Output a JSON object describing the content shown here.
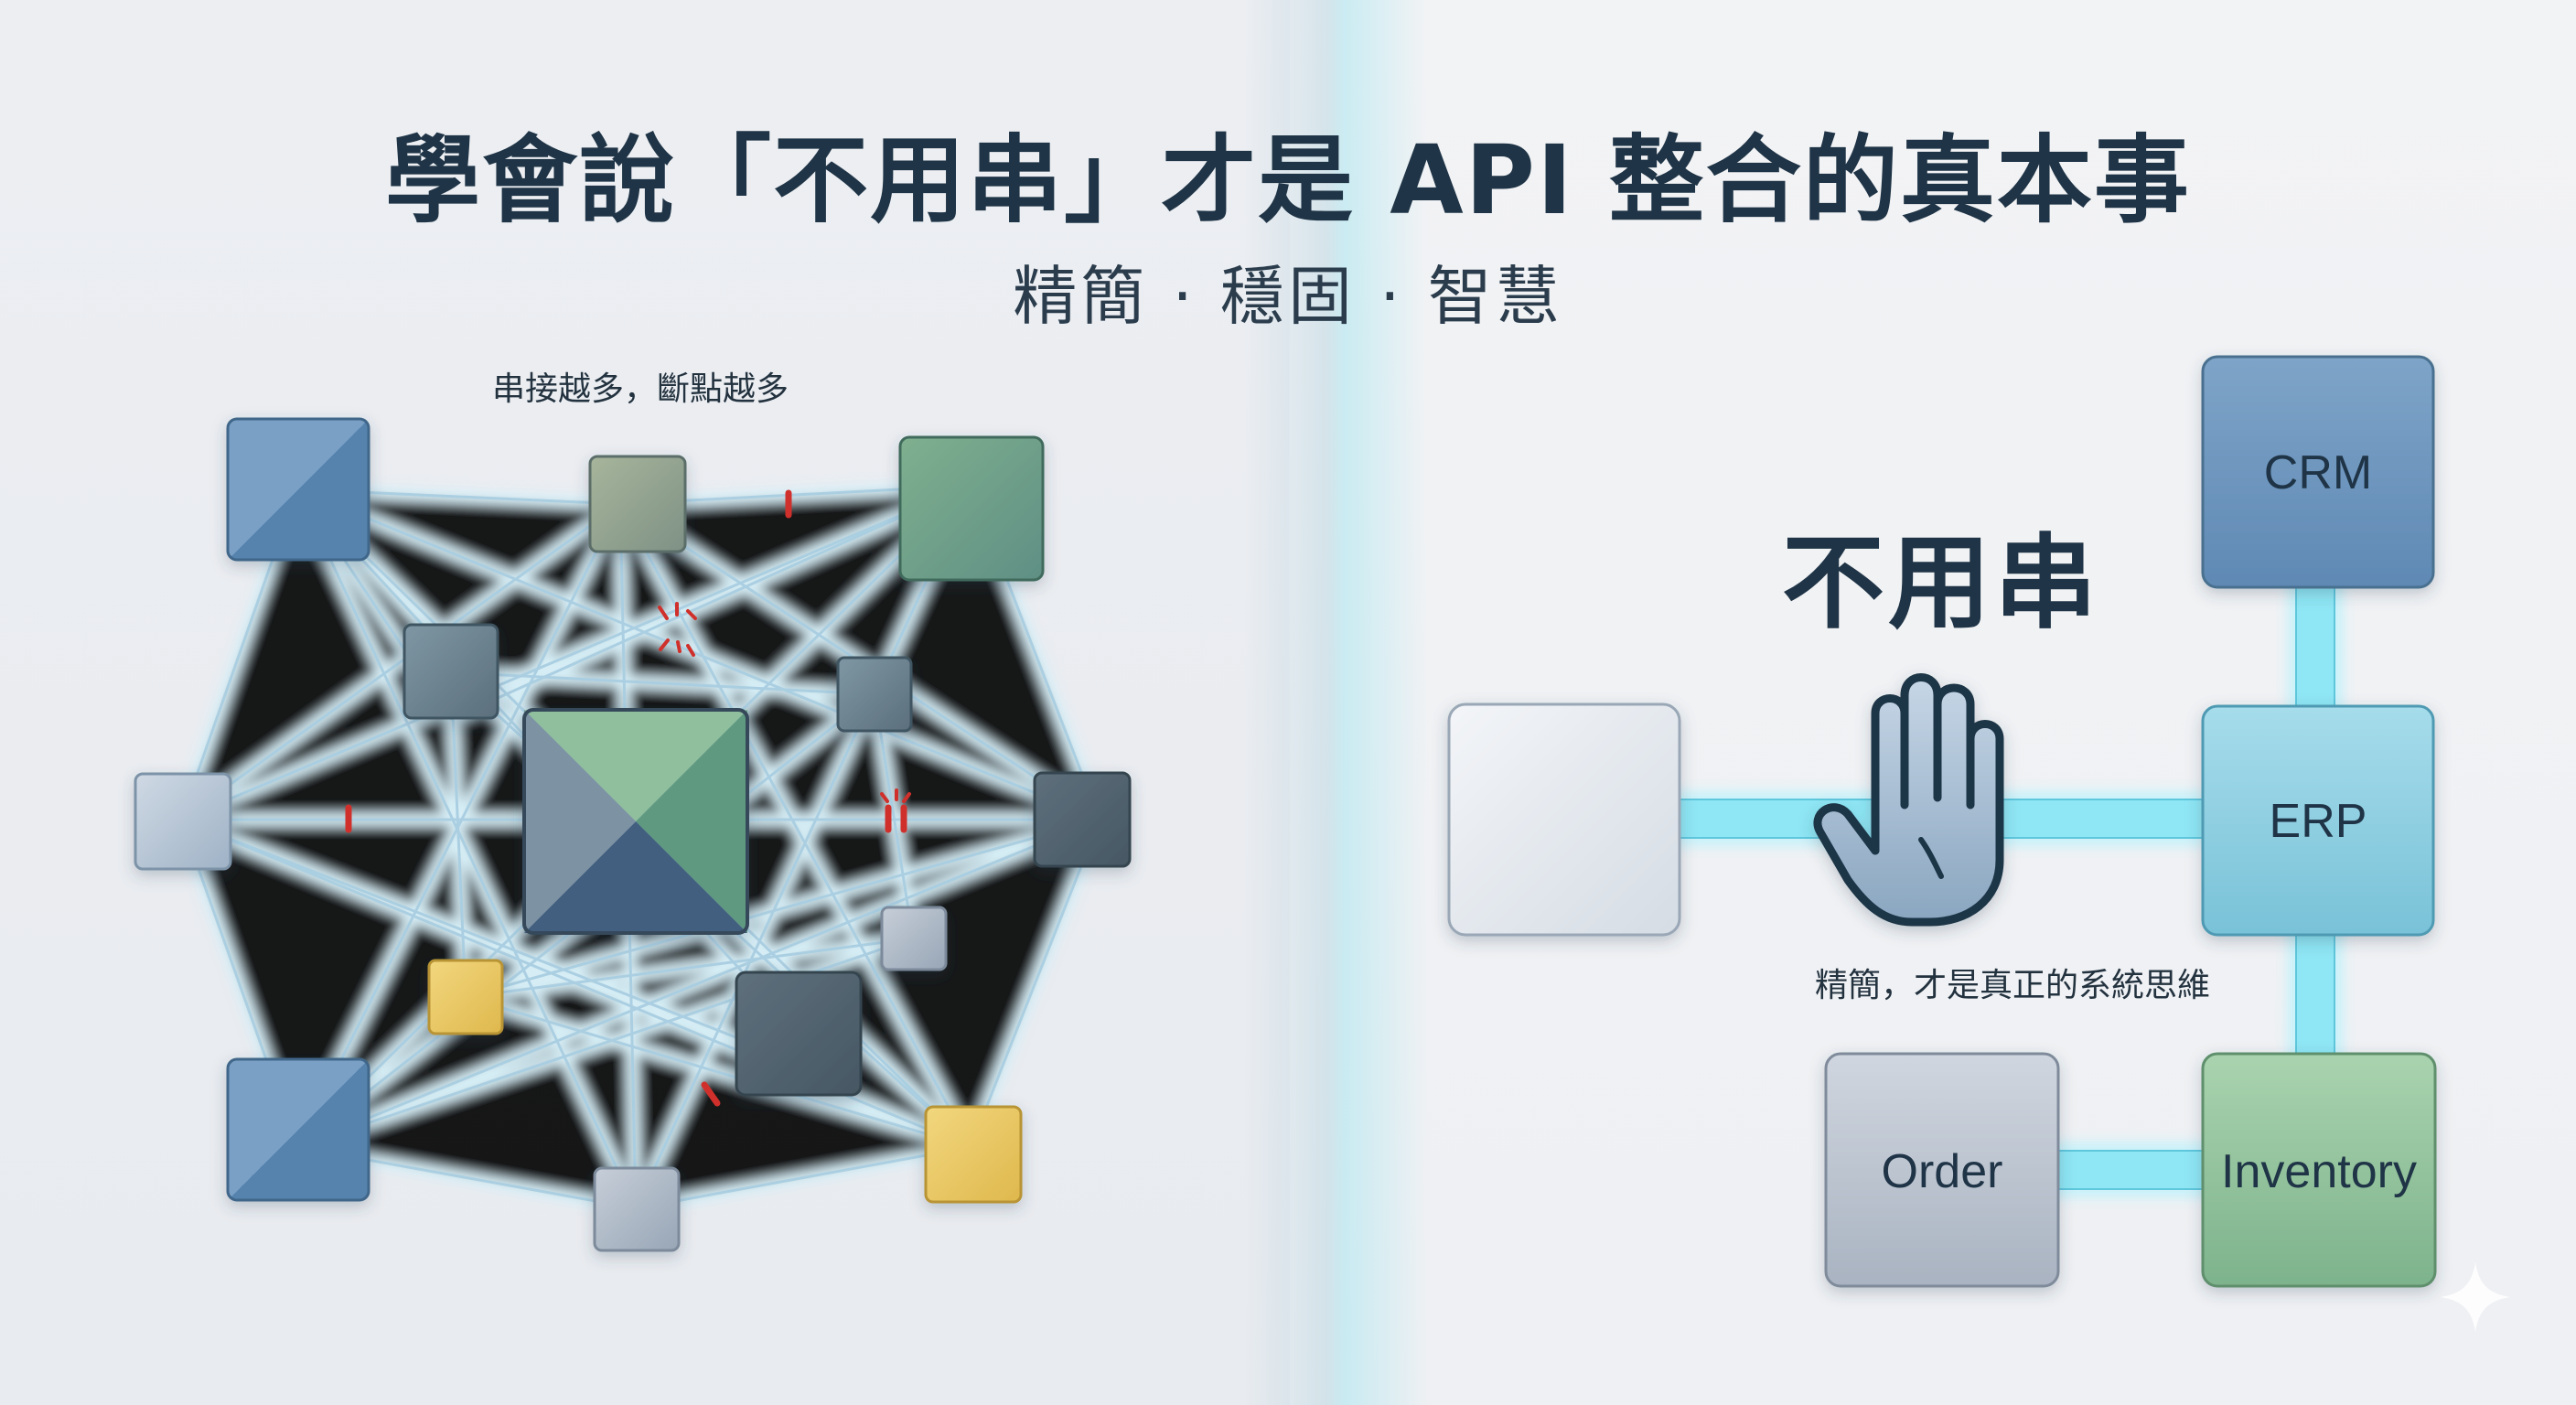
{
  "title": "學會說「不用串」才是 API 整合的真本事",
  "subtitle": "精簡 · 穩固 · 智慧",
  "left_panel": {
    "caption": "串接越多，斷點越多"
  },
  "right_panel": {
    "stop_label": "不用串",
    "caption": "精簡，才是真正的系統思維",
    "nodes": {
      "crm": "CRM",
      "erp": "ERP",
      "order": "Order",
      "inventory": "Inventory"
    }
  },
  "colors": {
    "title": "#1f3446",
    "connector": "#8fe6f4",
    "break_mark": "#d0302b",
    "node_blue": "#5f89b4",
    "node_teal": "#8fcfe1",
    "node_green": "#8cc09a",
    "node_gray": "#b4bcc8",
    "node_yellow": "#ecca63"
  },
  "icons": {
    "stop": "raised-hand-icon",
    "break": "broken-link-icon",
    "sparkle": "sparkle-icon"
  }
}
